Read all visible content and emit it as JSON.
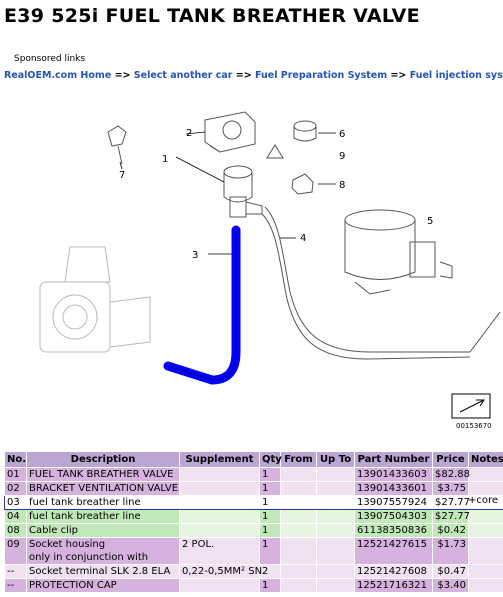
{
  "page": {
    "title": "E39 525i      FUEL TANK BREATHER VALVE",
    "sponsored": "Sponsored links"
  },
  "breadcrumb": {
    "home": "RealOEM.com Home",
    "sep": "=>",
    "select_car": "Select another car",
    "system": "Fuel Preparation System",
    "subsystem": "Fuel injection system"
  },
  "diagram": {
    "callouts": [
      "1",
      "2",
      "3",
      "4",
      "5",
      "6",
      "7",
      "8",
      "9"
    ],
    "diagram_id": "00153670",
    "highlight_color": "#1a1aff"
  },
  "table": {
    "headers": [
      "No.",
      "Description",
      "Supplement",
      "Qty",
      "From",
      "Up To",
      "Part Number",
      "Price",
      "Notes"
    ],
    "rows": [
      {
        "no": "01",
        "desc": "FUEL TANK BREATHER VALVE",
        "supp": "",
        "qty": "1",
        "from": "",
        "upto": "",
        "part": "13901433603",
        "price": "$82.88",
        "notes": ""
      },
      {
        "no": "02",
        "desc": "BRACKET VENTILATION VALVE",
        "supp": "",
        "qty": "1",
        "from": "",
        "upto": "",
        "part": "13901433601",
        "price": "$3.75",
        "notes": ""
      },
      {
        "no": "03",
        "desc": "fuel tank breather line",
        "supp": "",
        "qty": "1",
        "from": "",
        "upto": "",
        "part": "13907557924",
        "price": "$27.77",
        "notes": "+core"
      },
      {
        "no": "04",
        "desc": "fuel tank breather line",
        "supp": "",
        "qty": "1",
        "from": "",
        "upto": "",
        "part": "13907504303",
        "price": "$27.77",
        "notes": ""
      },
      {
        "no": "08",
        "desc": "Cable clip",
        "supp": "",
        "qty": "1",
        "from": "",
        "upto": "",
        "part": "61138350836",
        "price": "$0.42",
        "notes": ""
      },
      {
        "no": "09",
        "desc": "Socket housing",
        "desc2": "only in conjunction with",
        "supp": "2 POL.",
        "qty": "1",
        "from": "",
        "upto": "",
        "part": "12521427615",
        "price": "$1.73",
        "notes": ""
      },
      {
        "no": "--",
        "desc": "Socket terminal SLK 2.8 ELA",
        "supp": "0,22-0,5MM² SN",
        "qty": "2",
        "from": "",
        "upto": "",
        "part": "12521427608",
        "price": "$0.47",
        "notes": ""
      },
      {
        "no": "--",
        "desc": "PROTECTION CAP",
        "supp": "",
        "qty": "1",
        "from": "",
        "upto": "",
        "part": "12521716321",
        "price": "$3.40",
        "notes": ""
      }
    ]
  }
}
